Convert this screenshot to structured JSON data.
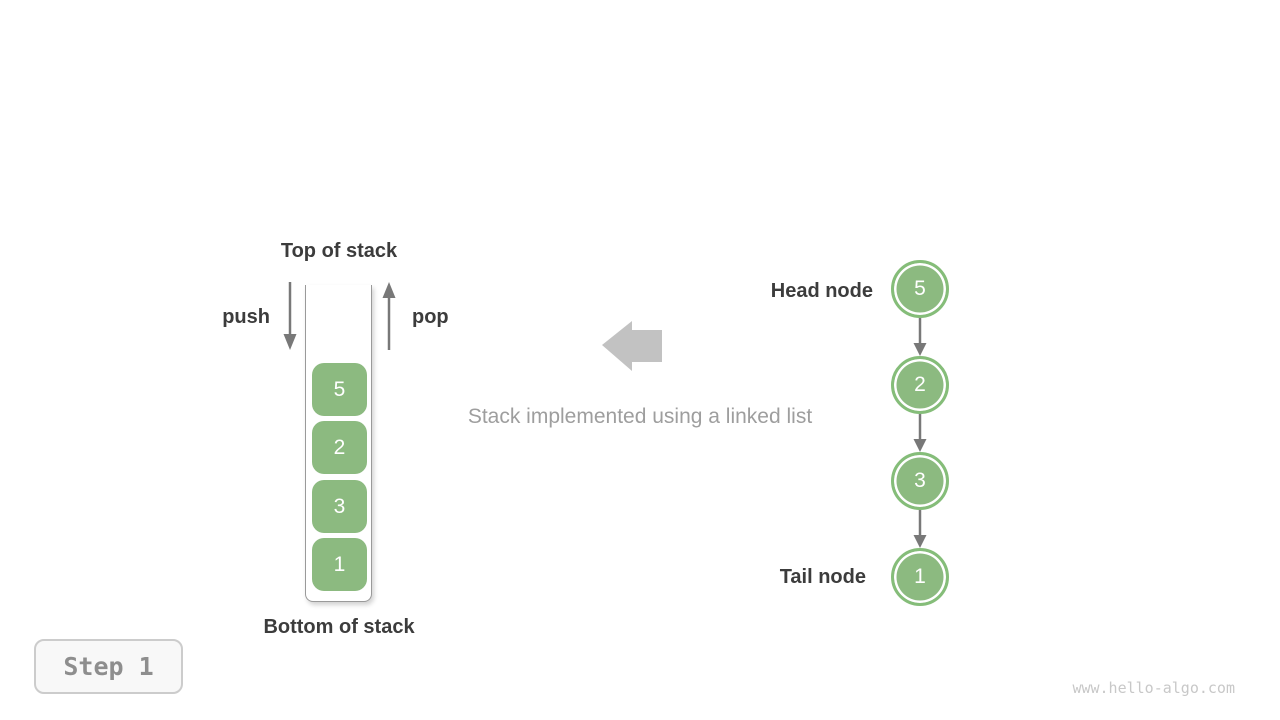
{
  "stack_panel": {
    "top_label": "Top of stack",
    "bottom_label": "Bottom of stack",
    "push_label": "push",
    "pop_label": "pop",
    "items": [
      "5",
      "2",
      "3",
      "1"
    ]
  },
  "center": {
    "caption": "Stack implemented using a linked list"
  },
  "linked_list": {
    "head_label": "Head node",
    "tail_label": "Tail node",
    "nodes": [
      "5",
      "2",
      "3",
      "1"
    ]
  },
  "step_badge": {
    "label": "Step 1"
  },
  "watermark": "www.hello-algo.com",
  "colors": {
    "node_green": "#8cba80",
    "node_border_green": "#85bd79",
    "arrow_gray": "#787878",
    "big_arrow_gray": "#c2c2c2",
    "caption_gray": "#9e9e9e",
    "dark_text": "#3c3c3c",
    "container_border": "#9a9a9a",
    "step_text": "#8e8e8e",
    "watermark_gray": "#c8c8c8"
  }
}
